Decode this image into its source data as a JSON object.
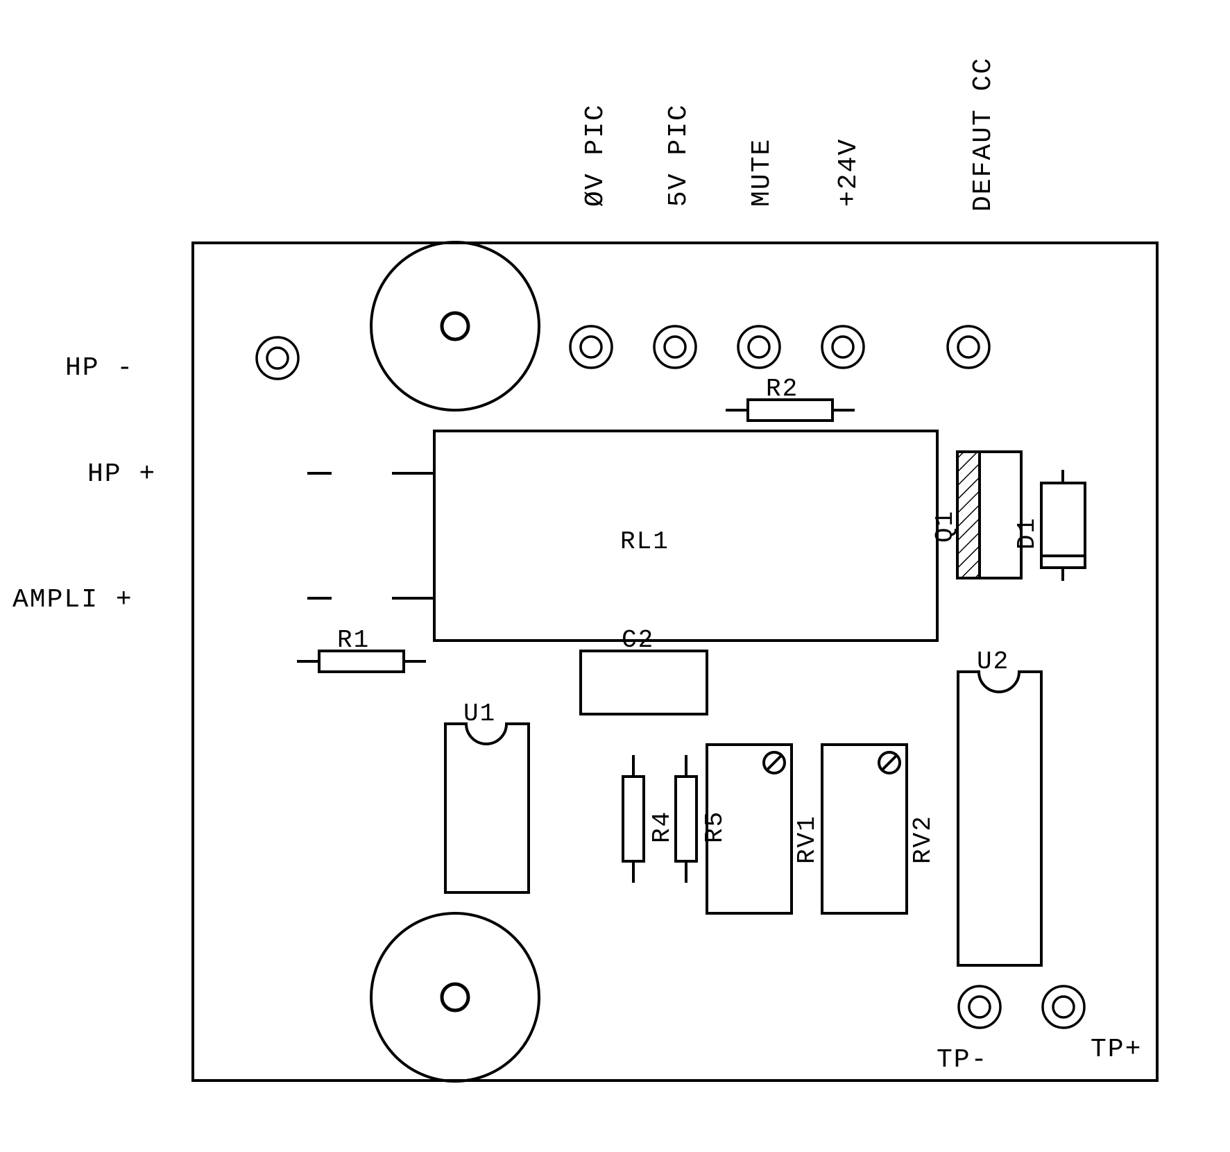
{
  "connectors_top": {
    "ov_pic": "ØV PIC",
    "fivev_pic": "5V PIC",
    "mute": "MUTE",
    "plus24v": "+24V",
    "defaut_cc": "DEFAUT CC"
  },
  "connectors_left": {
    "hp_minus": "HP -",
    "hp_plus": "HP +",
    "ampli_plus": "AMPLI +"
  },
  "test_points": {
    "tp_minus": "TP-",
    "tp_plus": "TP+"
  },
  "components": {
    "relay": "RL1",
    "r1": "R1",
    "r2": "R2",
    "r4": "R4",
    "r5": "R5",
    "c2": "C2",
    "u1": "U1",
    "u2": "U2",
    "q1": "Q1",
    "d1": "D1",
    "rv1": "RV1",
    "rv2": "RV2"
  },
  "colors": {
    "ink": "#000000",
    "background": "#ffffff"
  }
}
